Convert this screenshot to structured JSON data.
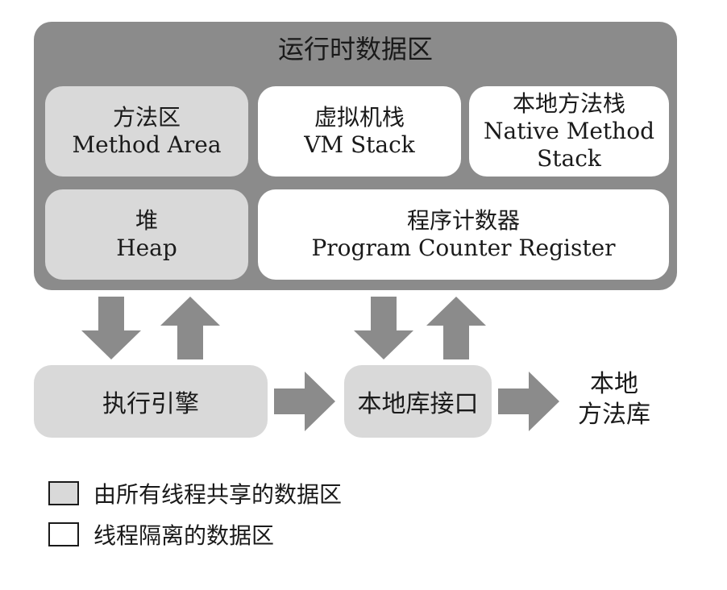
{
  "runtime_area": {
    "title": "运行时数据区"
  },
  "regions": {
    "method_area": {
      "zh": "方法区",
      "en": "Method Area"
    },
    "vm_stack": {
      "zh": "虚拟机栈",
      "en": "VM Stack"
    },
    "native_stack": {
      "zh": "本地方法栈",
      "en_line1": "Native Method",
      "en_line2": "Stack"
    },
    "heap": {
      "zh": "堆",
      "en": "Heap"
    },
    "pc_register": {
      "zh": "程序计数器",
      "en": "Program Counter Register"
    }
  },
  "execution_engine": {
    "label": "执行引擎"
  },
  "native_interface": {
    "label": "本地库接口"
  },
  "native_library": {
    "line1": "本地",
    "line2": "方法库"
  },
  "legend": {
    "shared": "由所有线程共享的数据区",
    "isolated": "线程隔离的数据区"
  },
  "colors": {
    "container": "#8b8b8b",
    "shared": "#d9d9d9",
    "isolated": "#ffffff",
    "arrow": "#8b8b8b"
  }
}
